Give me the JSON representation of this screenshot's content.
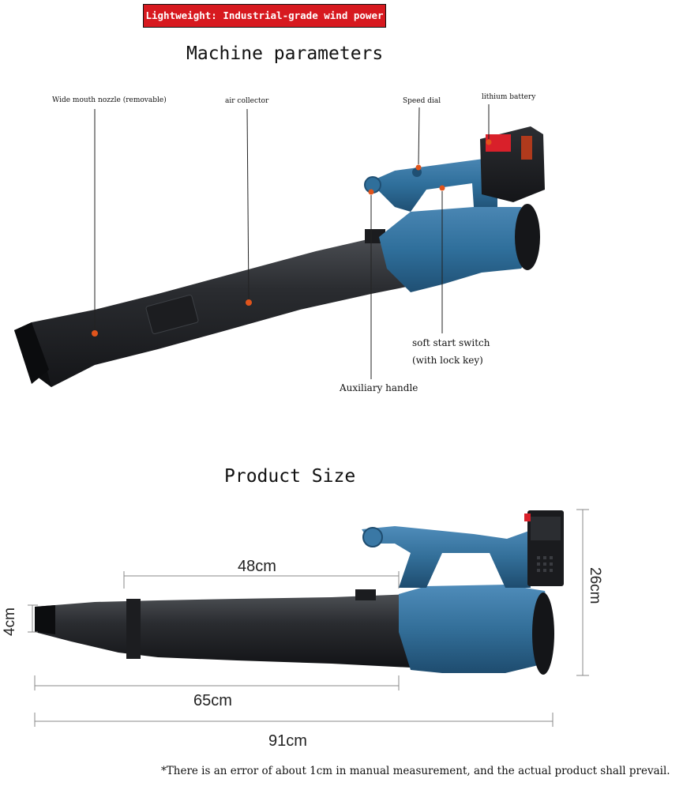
{
  "banner": {
    "text": "Lightweight: Industrial-grade wind power"
  },
  "section1": {
    "title": "Machine parameters",
    "callouts": {
      "nozzle": "Wide mouth nozzle (removable)",
      "collector": "air collector",
      "speed_dial": "Speed dial",
      "battery": "lithium battery",
      "soft_start_line1": "soft start switch",
      "soft_start_line2": "(with lock key)",
      "aux_handle": "Auxiliary handle"
    }
  },
  "section2": {
    "title": "Product Size",
    "dimensions": {
      "d48": "48cm",
      "d4": "4cm",
      "d26": "26cm",
      "d65": "65cm",
      "d91": "91cm"
    }
  },
  "footnote": "*There is an error of about 1cm in manual measurement, and the actual product shall prevail.",
  "colors": {
    "banner": "#d7191f",
    "body_blue": "#2f6f9b",
    "tube_black": "#222428",
    "marker": "#e0541c"
  }
}
